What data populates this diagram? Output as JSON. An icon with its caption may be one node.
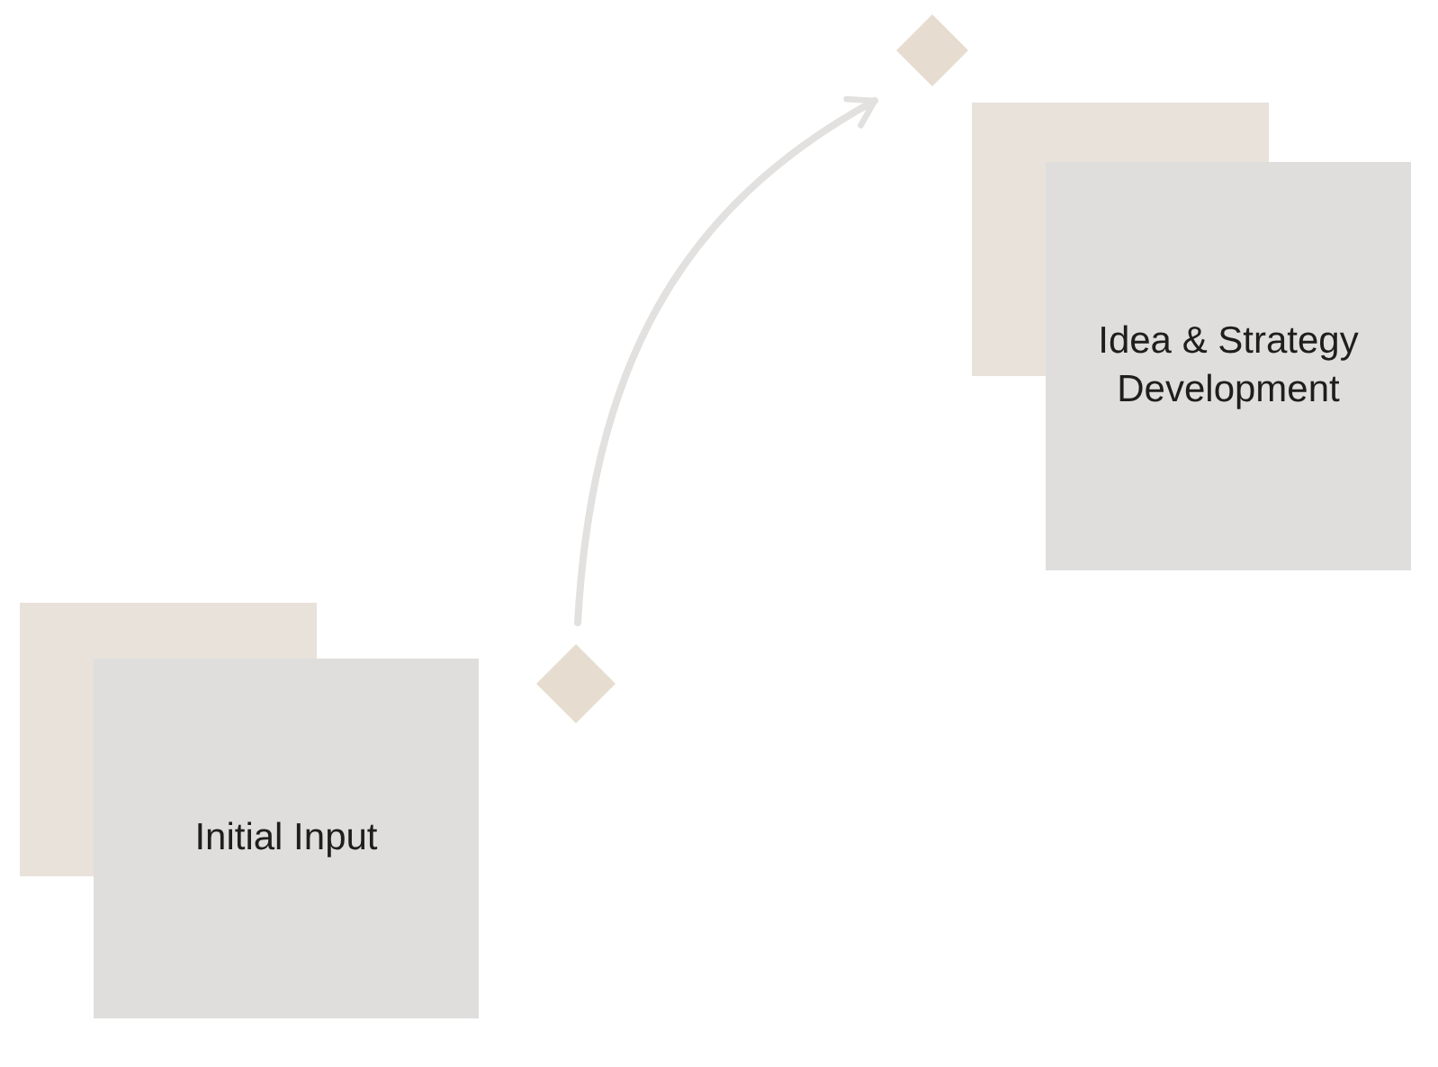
{
  "diagram": {
    "nodes": [
      {
        "text": [
          "Initial Input"
        ]
      },
      {
        "text": [],
        "shape": "diamond"
      },
      {
        "text": [],
        "shape": "diamond"
      },
      {
        "text": [
          "Idea & Strategy Development"
        ]
      }
    ],
    "edges": [
      {
        "from": 1,
        "to": 2,
        "arrow": "to"
      }
    ]
  }
}
